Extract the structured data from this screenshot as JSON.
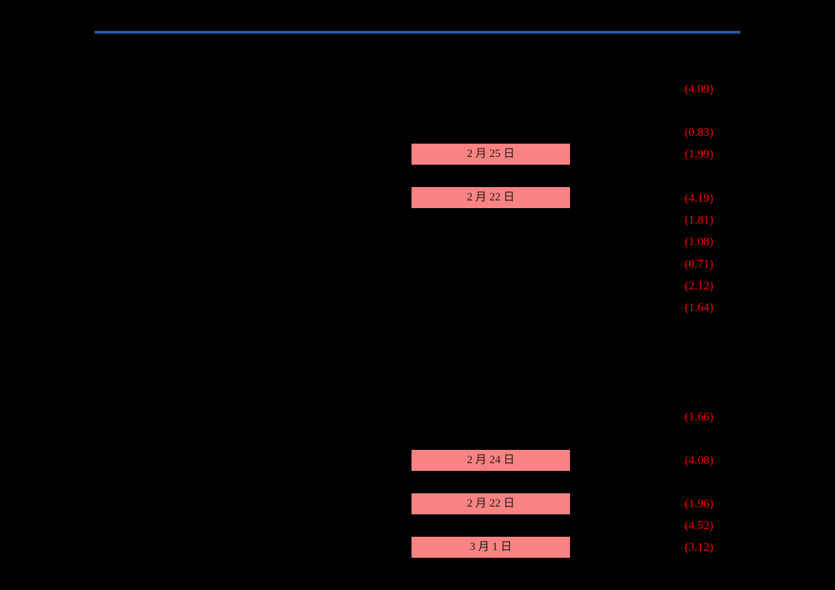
{
  "colors": {
    "background": "#000000",
    "divider_blue": "#1F5C99",
    "highlight_pink": "#FC8383",
    "negative_value_red": "#FF0000",
    "date_text": "#1A1A1A"
  },
  "table": {
    "negative_returns": [
      "(4.09)",
      "(0.83)",
      "(1.99)",
      "(4.19)",
      "(1.81)",
      "(1.08)",
      "(0.71)",
      "(2.12)",
      "(1.64)",
      "(1.66)",
      "(4.08)",
      "(1.96)",
      "(4.52)",
      "(3.12)"
    ],
    "highlighted_dates": [
      "2 月 25 日",
      "2 月 22 日",
      "2 月 24 日",
      "2 月 22 日",
      "3 月 1 日"
    ]
  }
}
